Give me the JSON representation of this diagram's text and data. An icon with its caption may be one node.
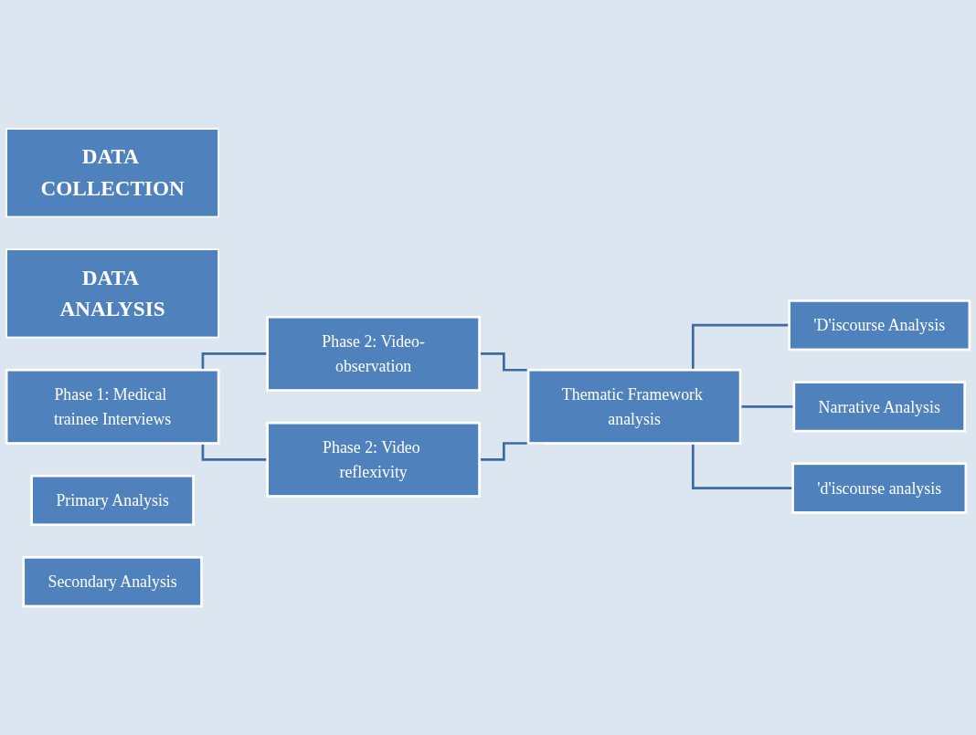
{
  "diagram": {
    "nodes": [
      {
        "text": [
          "DATA COLLECTION"
        ]
      },
      {
        "text": [
          "DATA ANALYSIS"
        ]
      },
      {
        "text": [
          "Phase 1: Medical trainee Interviews"
        ]
      },
      {
        "text": [
          "Phase 2: Video-observation"
        ]
      },
      {
        "text": [
          "Phase 2: Video reflexivity"
        ]
      },
      {
        "text": [
          "Thematic Framework analysis"
        ]
      },
      {
        "text": [
          "'D'iscourse Analysis"
        ]
      },
      {
        "text": [
          "Narrative Analysis"
        ]
      },
      {
        "text": [
          "'d'iscourse analysis"
        ]
      },
      {
        "text": [
          "Primary Analysis"
        ]
      },
      {
        "text": [
          "Secondary Analysis"
        ]
      }
    ],
    "edges": [
      {
        "from": 2,
        "to": 3,
        "arrow": "none"
      },
      {
        "from": 2,
        "to": 4,
        "arrow": "none"
      },
      {
        "from": 3,
        "to": 5,
        "arrow": "none"
      },
      {
        "from": 4,
        "to": 5,
        "arrow": "none"
      },
      {
        "from": 5,
        "to": 6,
        "arrow": "none"
      },
      {
        "from": 5,
        "to": 7,
        "arrow": "none"
      },
      {
        "from": 5,
        "to": 8,
        "arrow": "none"
      }
    ]
  }
}
